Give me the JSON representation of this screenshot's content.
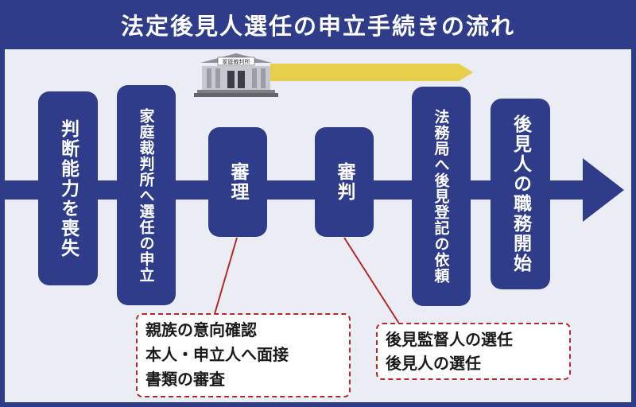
{
  "title": "法定後見人選任の申立手続きの流れ",
  "court_sign": "家庭裁判所",
  "steps": [
    "判断能力を喪失",
    "家庭裁判所へ選任の申立",
    "審理",
    "審判",
    "法務局へ後見登記の依頼",
    "後見人の職務開始"
  ],
  "notes": {
    "review": [
      "親族の意向確認",
      "本人・申立人へ面接",
      "書類の審査"
    ],
    "ruling": [
      "後見監督人の選任",
      "後見人の選任"
    ]
  },
  "colors": {
    "navy": "#2e3c89",
    "panel": "#ebedf5",
    "arrow_yellow": "#e6cf4a",
    "note_border": "#b5282b"
  }
}
